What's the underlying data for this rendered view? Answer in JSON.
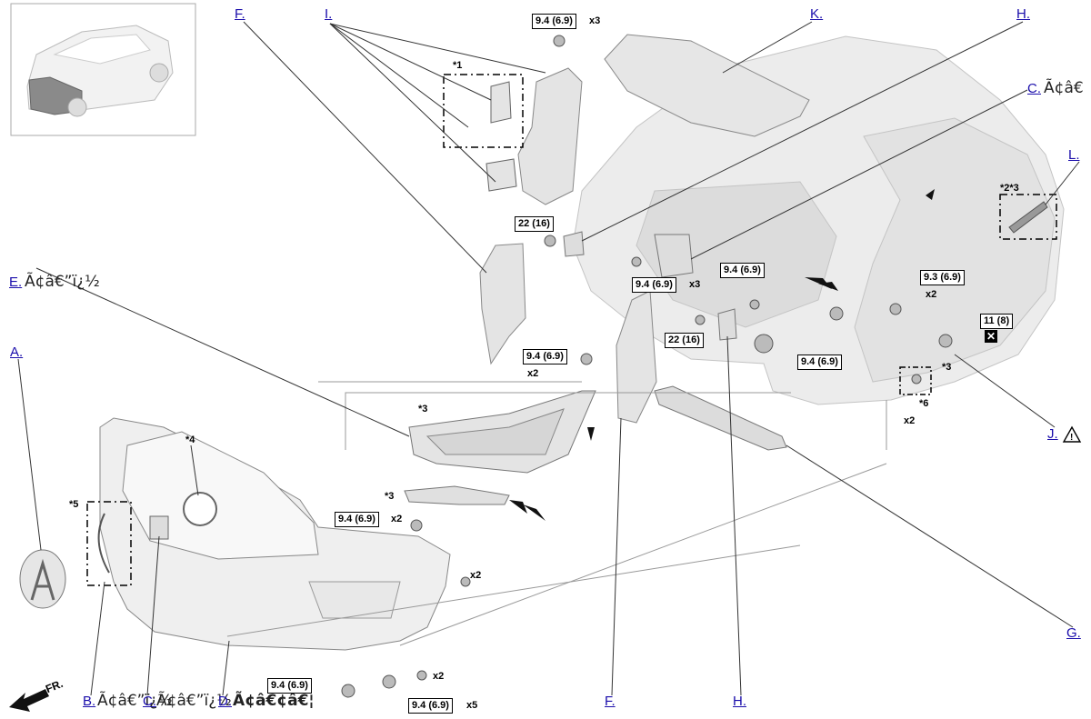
{
  "callouts": {
    "A": "A.",
    "B": "B.",
    "C_top": "C.",
    "C_bottom": "C.",
    "D": "D.",
    "E": "E.",
    "F_top": "F.",
    "F_bottom": "F.",
    "G": "G.",
    "H_top": "H.",
    "H_bottom": "H.",
    "I": "I.",
    "J": "J.",
    "K": "K.",
    "L": "L."
  },
  "garbled": {
    "c_top": "Ã¢â€",
    "e": "Ã¢â€”ï¿½",
    "b": "Ã¢â€”ï¿½",
    "c_bottom": "Ã¢â€”ï¿½",
    "d": "Ã¢â€¢â€¦"
  },
  "torque": {
    "t1": "9.4 (6.9)",
    "t2": "22 (16)",
    "t3": "9.4 (6.9)",
    "t4": "9.4 (6.9)",
    "t5": "9.3 (6.9)",
    "t6": "11 (8)",
    "t7": "22 (16)",
    "t8": "9.4 (6.9)",
    "t9": "9.4 (6.9)",
    "t10": "9.4 (6.9)",
    "t11": "9.4 (6.9)",
    "t12": "9.4 (6.9)"
  },
  "qty": {
    "q1": "x3",
    "q2": "x3",
    "q3": "x2",
    "q4": "x2",
    "q5": "x2",
    "q6": "x2",
    "q7": "x2",
    "q8": "x2",
    "q9": "x5"
  },
  "notes": {
    "n1": "*1",
    "n2": "*3",
    "n3": "*4",
    "n4": "*5",
    "n5": "*3",
    "n6": "*2*3",
    "n7": "*3",
    "n8": "*6"
  },
  "fr_label": "FR.",
  "xmark": "✕",
  "colors": {
    "link": "#1a0dab",
    "part_fill": "#e4e4e4",
    "part_stroke": "#9a9a9a",
    "line": "#555555"
  }
}
